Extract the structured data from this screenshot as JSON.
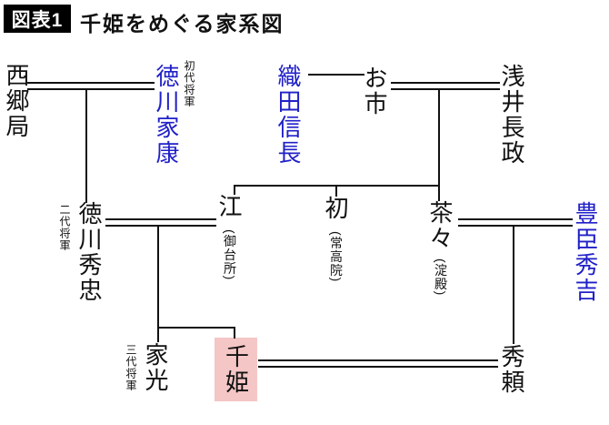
{
  "title": {
    "badge": "図表1",
    "text": "千姫をめぐる家系図"
  },
  "colors": {
    "accent_blue_names": "#2020c8",
    "senhime_highlight": "#f5c6c6",
    "line_and_text": "#111111",
    "badge_bg": "#000000",
    "badge_text": "#ffffff"
  },
  "people": {
    "saigo_no_tsubone": {
      "name": "西郷局"
    },
    "tokugawa_ieyasu": {
      "name": "徳川家康",
      "annotation": "初代将軍"
    },
    "oda_nobunaga": {
      "name": "織田信長"
    },
    "oichi": {
      "name": "お市"
    },
    "azai_nagamasa": {
      "name": "浅井長政"
    },
    "tokugawa_hidetada": {
      "name": "徳川秀忠",
      "annotation": "二代将軍"
    },
    "go": {
      "name": "江",
      "subtitle": "(御台所)"
    },
    "hatsu": {
      "name": "初",
      "subtitle": "(常高院)"
    },
    "chacha": {
      "name": "茶々",
      "subtitle": "(淀殿)"
    },
    "toyotomi_hideyoshi": {
      "name": "豊臣秀吉"
    },
    "tokugawa_iemitsu": {
      "name": "家光",
      "annotation": "三代将軍"
    },
    "senhime": {
      "name": "千姫"
    },
    "toyotomi_hideyori": {
      "name": "秀頼"
    }
  }
}
